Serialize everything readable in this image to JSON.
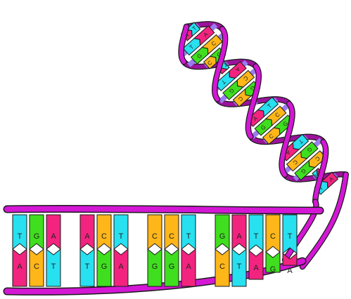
{
  "colors": {
    "backbone": "#d417d4",
    "backbone_dark": "#9b139b",
    "rung": "#9a7cf0",
    "outline": "#1a1a1a",
    "T": "#27e0f0",
    "A": "#f2247f",
    "G": "#3fde1e",
    "C": "#ffb619",
    "ladder_dark": "#f0249a"
  },
  "ladder": {
    "top_strand": [
      "T",
      "G",
      "A",
      "",
      "A",
      "C",
      "T",
      "",
      "C",
      "C",
      "T",
      "",
      "G",
      "A",
      "T",
      "C",
      "T"
    ],
    "bottom_strand": [
      "A",
      "C",
      "T",
      "",
      "T",
      "G",
      "A",
      "",
      "G",
      "G",
      "A",
      "",
      "C",
      "T",
      "A",
      "G",
      "A"
    ]
  },
  "helix": {
    "pairs": [
      [
        "A",
        "T"
      ],
      [
        "T",
        "A"
      ],
      [
        "G",
        "C"
      ],
      [
        "C",
        "G"
      ],
      [
        "T",
        "A"
      ],
      [
        "A",
        "T"
      ],
      [
        "C",
        "G"
      ],
      [
        "G",
        "C"
      ],
      [
        "T",
        "A"
      ],
      [
        "A",
        "T"
      ],
      [
        "G",
        "C"
      ],
      [
        "C",
        "G"
      ],
      [
        "A",
        "T"
      ],
      [
        "T",
        "A"
      ],
      [
        "G",
        "C"
      ],
      [
        "C",
        "G"
      ],
      [
        "A",
        "T"
      ],
      [
        "T",
        "A"
      ]
    ]
  }
}
